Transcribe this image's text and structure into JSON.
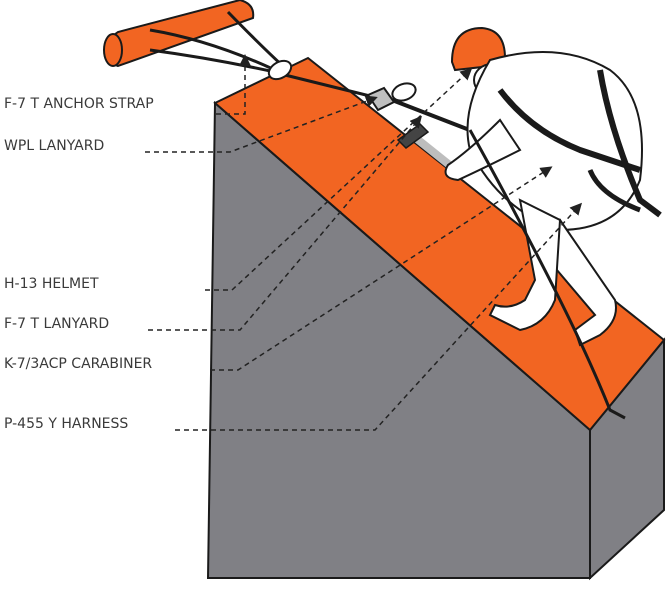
{
  "colors": {
    "roof": "#f26522",
    "wall": "#808085",
    "outline": "#1a1a1a",
    "equipment": "#f26522",
    "leader": "#222222"
  },
  "labels": [
    {
      "id": "anchor-strap",
      "text": "F-7 T ANCHOR STRAP"
    },
    {
      "id": "wpl-lanyard",
      "text": "WPL LANYARD"
    },
    {
      "id": "helmet",
      "text": "H-13 HELMET"
    },
    {
      "id": "t-lanyard",
      "text": "F-7 T LANYARD"
    },
    {
      "id": "carabiner",
      "text": "K-7/3ACP CARABINER"
    },
    {
      "id": "harness",
      "text": "P-455 Y HARNESS"
    }
  ]
}
